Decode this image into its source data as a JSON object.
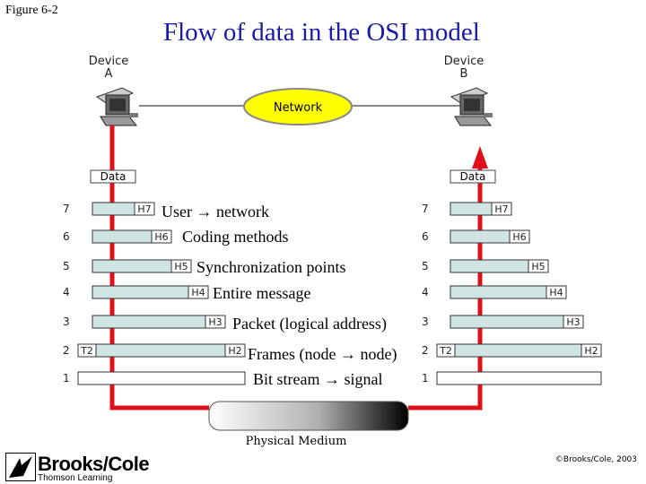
{
  "figure_label": "Figure 6-2",
  "title": "Flow of data in the OSI model",
  "device_a": {
    "line1": "Device",
    "line2": "A"
  },
  "device_b": {
    "line1": "Device",
    "line2": "B"
  },
  "network_label": "Network",
  "physical_medium_label": "Physical Medium",
  "data_label": "Data",
  "layers": [
    {
      "num": "7",
      "header": "H7",
      "annotation": "User → network"
    },
    {
      "num": "6",
      "header": "H6",
      "annotation": "Coding methods"
    },
    {
      "num": "5",
      "header": "H5",
      "annotation": "Synchronization points"
    },
    {
      "num": "4",
      "header": "H4",
      "annotation": "Entire message"
    },
    {
      "num": "3",
      "header": "H3",
      "annotation": "Packet (logical address)"
    },
    {
      "num": "2",
      "header": "H2",
      "trailer": "T2",
      "annotation": "Frames (node → node)"
    },
    {
      "num": "1",
      "annotation": "Bit stream → signal"
    }
  ],
  "publisher": {
    "name": "Brooks/Cole",
    "sub": "Thomson Learning"
  },
  "copyright": "©Brooks/Cole, 2003",
  "colors": {
    "title": "#1a1aa6",
    "flow_red": "#e0101a",
    "band": "#cfe5e3",
    "network_fill": "#ffff00"
  }
}
